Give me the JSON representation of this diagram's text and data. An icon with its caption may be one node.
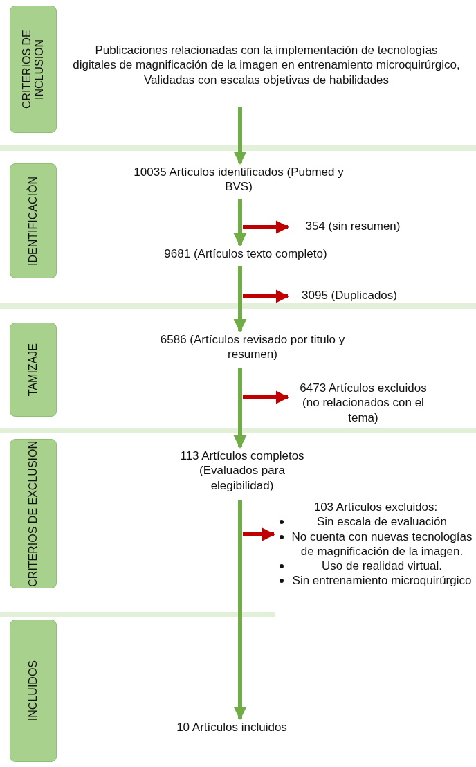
{
  "diagram": {
    "nodes": [
      {
        "text": [
          "CRITERIOS DE INCLUSION"
        ]
      },
      {
        "text": [
          "IDENTIFICACIÒN"
        ]
      },
      {
        "text": [
          "TAMIZAJE"
        ]
      },
      {
        "text": [
          "CRITERIOS DE EXCLUSION"
        ]
      },
      {
        "text": [
          "INCLUIDOS"
        ]
      },
      {
        "text": [
          "Publicaciones relacionadas con la implementación de tecnologías digitales de magnificación de la imagen en entrenamiento microquirúrgico, Validadas con escalas objetivas de habilidades"
        ]
      },
      {
        "text": [
          "10035 Artículos identificados (Pubmed y BVS)"
        ]
      },
      {
        "text": [
          "354  (sin  resumen)"
        ]
      },
      {
        "text": [
          "9681 (Artículos texto completo)"
        ]
      },
      {
        "text": [
          "3095  (Duplicados)"
        ]
      },
      {
        "text": [
          "6586 (Artículos revisado por titulo y resumen)"
        ]
      },
      {
        "text": [
          "6473  Artículos excluidos (no relacionados con el tema)"
        ]
      },
      {
        "text": [
          "113  Artículos completos (Evaluados para elegibilidad)"
        ]
      },
      {
        "text": [
          "103  Artículos excluidos:",
          "Sin escala de evaluación",
          "No cuenta con nuevas tecnologías de magnificación de la imagen.",
          "Uso de realidad virtual.",
          "Sin entrenamiento microquirúrgico"
        ]
      },
      {
        "text": [
          "10  Artículos incluidos"
        ]
      }
    ],
    "edges": [
      {
        "from": 5,
        "to": 6,
        "arrow": "to"
      },
      {
        "from": 6,
        "to": 8,
        "arrow": "to"
      },
      {
        "from": null,
        "to": 7,
        "arrow": "to",
        "color": "#c00000"
      },
      {
        "from": 8,
        "to": 10,
        "arrow": "to"
      },
      {
        "from": null,
        "to": 9,
        "arrow": "to",
        "color": "#c00000"
      },
      {
        "from": 10,
        "to": 12,
        "arrow": "to"
      },
      {
        "from": null,
        "to": 11,
        "arrow": "to",
        "color": "#c00000"
      },
      {
        "from": 12,
        "to": 14,
        "arrow": "to"
      },
      {
        "from": null,
        "to": 13,
        "arrow": "to",
        "color": "#c00000"
      }
    ]
  }
}
